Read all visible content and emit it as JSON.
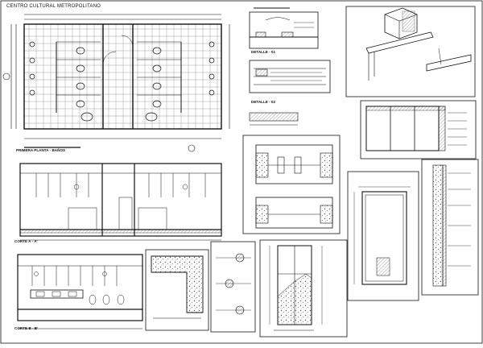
{
  "sheet": {
    "title": "CENTRO CULTURAL METROPOLITANO"
  },
  "views": {
    "plan": {
      "caption": "PRIMERA PLANTA - BAÑOS"
    },
    "section_a": {
      "caption": "CORTE A - A'"
    },
    "section_b": {
      "caption": "CORTE B - B'"
    },
    "detail_1": {
      "caption": "DETALLE - 01"
    },
    "detail_2": {
      "caption": "DETALLE - 02"
    }
  },
  "colors": {
    "line": "#111111",
    "hatch": "#444444",
    "background": "#ffffff"
  }
}
